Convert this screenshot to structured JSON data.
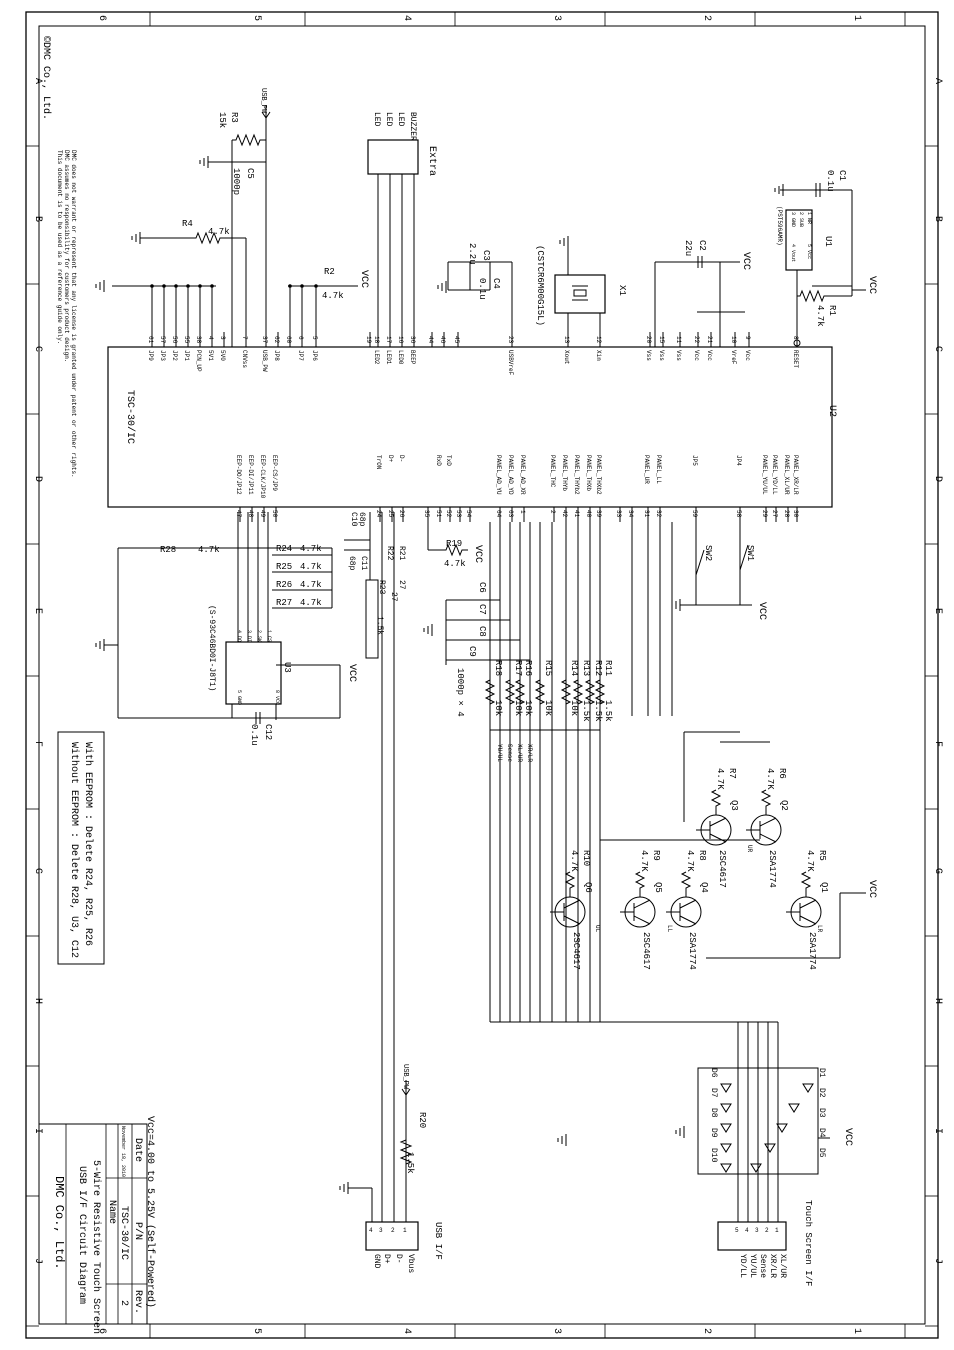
{
  "frame": {
    "col_numbers": [
      "6",
      "5",
      "4",
      "3",
      "2",
      "1"
    ],
    "row_letters": [
      "A",
      "B",
      "C",
      "D",
      "E",
      "F",
      "G",
      "H",
      "I",
      "J"
    ]
  },
  "copyright": "©DMC Co., Ltd.",
  "disclaimer": [
    "This document is to be used as a reference guide only.",
    "DMC assumes no responsibility for customers product design.",
    "DMC does not warrant or represent that any license is granted under patent or other rights."
  ],
  "chips": {
    "u2": {
      "ref": "U2",
      "name": "TSC-30/IC",
      "top_pins": [
        {
          "num": "8",
          "label": "RESET"
        },
        {
          "num": "9",
          "label": "Vcc"
        },
        {
          "num": "10",
          "label": "VreF"
        },
        {
          "num": "21",
          "label": "Vcc"
        },
        {
          "num": "22",
          "label": "Vcc"
        },
        {
          "num": "11",
          "label": "Vss"
        },
        {
          "num": "15",
          "label": "Vss"
        },
        {
          "num": "20",
          "label": "Vss"
        },
        {
          "num": "12",
          "label": "Xin"
        },
        {
          "num": "13",
          "label": "Xout"
        },
        {
          "num": "23",
          "label": "USBVreF"
        },
        {
          "num": "45",
          "label": ""
        },
        {
          "num": "46",
          "label": ""
        },
        {
          "num": "44",
          "label": ""
        },
        {
          "num": "36",
          "label": "BEEP"
        },
        {
          "num": "16",
          "label": "LED0"
        },
        {
          "num": "17",
          "label": "LED1"
        },
        {
          "num": "18",
          "label": "LED2"
        },
        {
          "num": "19",
          "label": ""
        },
        {
          "num": "5",
          "label": "JP6"
        },
        {
          "num": "6",
          "label": "JP7"
        },
        {
          "num": "60",
          "label": ""
        },
        {
          "num": "62",
          "label": "JP8"
        },
        {
          "num": "37",
          "label": "USB_PW"
        },
        {
          "num": "7",
          "label": "CNVss"
        },
        {
          "num": "3",
          "label": "5V0"
        },
        {
          "num": "4",
          "label": "5V1"
        },
        {
          "num": "38",
          "label": "PCN_UP"
        },
        {
          "num": "55",
          "label": "JP1"
        },
        {
          "num": "56",
          "label": "JP2"
        },
        {
          "num": "57",
          "label": "JP3"
        },
        {
          "num": "61",
          "label": "JP9"
        }
      ],
      "bottom_pins": [
        {
          "num": "30",
          "label": "PANEL_XR/LR"
        },
        {
          "num": "28",
          "label": "PANEL_XL/UR"
        },
        {
          "num": "27",
          "label": "PANEL_YD/LL"
        },
        {
          "num": "29",
          "label": "PANEL_YU/UL"
        },
        {
          "num": "58",
          "label": "JP4"
        },
        {
          "num": "59",
          "label": "JP5"
        },
        {
          "num": "32",
          "label": "PANEL_LL"
        },
        {
          "num": "31",
          "label": "PANEL_UR"
        },
        {
          "num": "34",
          "label": ""
        },
        {
          "num": "33",
          "label": ""
        },
        {
          "num": "39",
          "label": "PANEL_THXb2"
        },
        {
          "num": "40",
          "label": "PANEL_THXb"
        },
        {
          "num": "41",
          "label": "PANEL_THYb2"
        },
        {
          "num": "42",
          "label": "PANEL_THYb"
        },
        {
          "num": "2",
          "label": "PANEL_THC"
        },
        {
          "num": "1",
          "label": "PANEL_AD_XR"
        },
        {
          "num": "63",
          "label": "PANEL_AD_YD"
        },
        {
          "num": "64",
          "label": "PANEL_AD_YU"
        },
        {
          "num": "54",
          "label": ""
        },
        {
          "num": "53",
          "label": ""
        },
        {
          "num": "52",
          "label": "TxD"
        },
        {
          "num": "51",
          "label": "RxD"
        },
        {
          "num": "35",
          "label": ""
        },
        {
          "num": "26",
          "label": "D-"
        },
        {
          "num": "25",
          "label": "D+"
        },
        {
          "num": "24",
          "label": "TrON"
        },
        {
          "num": "50",
          "label": "EEP-CS/JP9"
        },
        {
          "num": "49",
          "label": "EEP-CLK/JP10"
        },
        {
          "num": "48",
          "label": "EEP-DI/JP11"
        },
        {
          "num": "47",
          "label": "EEP-DO/JP12"
        }
      ]
    },
    "u1": {
      "ref": "U1",
      "name": "(PST596AMR)",
      "pins": [
        "1 NR",
        "2 SUB",
        "3 GND",
        "4 Vout",
        "5 Vcc"
      ]
    },
    "u3": {
      "ref": "U3",
      "name": "(S-93C46BD0I-J8T1)",
      "pins": [
        "1 CS",
        "2 SK",
        "3 DI",
        "4 DO",
        "5 GND",
        "8 VCC"
      ]
    },
    "x1": {
      "ref": "X1",
      "name": "(CSTCR6M00G15L)"
    }
  },
  "parts": {
    "R1": "R1",
    "R1v": "4.7k",
    "R2": "R2",
    "R2v": "4.7k",
    "R3": "R3",
    "R3v": "15k",
    "R4": "R4",
    "R4v": "4.7k",
    "R5": "R5",
    "R5v": "4.7K",
    "R6": "R6",
    "R6v": "4.7K",
    "R7": "R7",
    "R7v": "4.7K",
    "R8": "R8",
    "R8v": "4.7K",
    "R9": "R9",
    "R9v": "4.7K",
    "R10": "R10",
    "R10v": "4.7K",
    "R11": "R11",
    "R11v": "1.5k",
    "R12": "R12",
    "R12v": "1.5k",
    "R13": "R13",
    "R13v": "1.5k",
    "R14": "R14",
    "R14v": "10k",
    "R15": "R15",
    "R15v": "10k",
    "R16": "R16",
    "R16v": "10k",
    "R17": "R17",
    "R17v": "10k",
    "R18": "R18",
    "R18v": "10k",
    "R19": "R19",
    "R19v": "4.7k",
    "R20": "R20",
    "R20v": "1.5k",
    "R21": "R21",
    "R21v": "27",
    "R22": "R22",
    "R22v": "27",
    "R23": "R23",
    "R23v": "1.5k",
    "R24": "R24",
    "R24v": "4.7k",
    "R25": "R25",
    "R25v": "4.7k",
    "R26": "R26",
    "R26v": "4.7k",
    "R27": "R27",
    "R27v": "4.7k",
    "R28": "R28",
    "R28v": "4.7k",
    "C1": "C1",
    "C1v": "0.1u",
    "C2": "C2",
    "C2v": "22u",
    "C3": "C3",
    "C3v": "2.2u",
    "C4": "C4",
    "C4v": "0.1u",
    "C5": "C5",
    "C5v": "1000p",
    "C6": "C6",
    "C7": "C7",
    "C8": "C8",
    "C9": "C9",
    "C69v": "1000p × 4",
    "C10": "C10",
    "C10v": "68p",
    "C11": "C11",
    "C11v": "68p",
    "C12": "C12",
    "C12v": "0.1u",
    "Q1": "Q1",
    "Q2": "Q2",
    "Q3": "Q3",
    "Q4": "Q4",
    "Q5": "Q5",
    "Q6": "Q6",
    "pnp": "2SA1774",
    "npn": "2SC4617",
    "SW1": "SW1",
    "SW2": "SW2",
    "D": [
      "D1",
      "D2",
      "D3",
      "D4",
      "D5",
      "D6",
      "D7",
      "D8",
      "D9",
      "D10"
    ]
  },
  "nets": {
    "vcc": "VCC",
    "usb_pw": "USB_PW",
    "lr": "LR",
    "ur": "UR",
    "ll": "LL",
    "ul": "UL",
    "xr_lr": "XR/LR",
    "xl_ur": "XL/UR",
    "sense": "Sense",
    "yu_ul": "YU/UL"
  },
  "extra": {
    "title": "Extra",
    "pins": [
      "BUZZER",
      "LED",
      "LED",
      "LED"
    ]
  },
  "touch_if": {
    "title": "Touch Screen I/F",
    "pins": [
      "XL/UR",
      "XR/LR",
      "Sense",
      "YU/UL",
      "YD/LL"
    ]
  },
  "usb_if": {
    "title": "USB I/F",
    "pins": [
      "Vbus",
      "D-",
      "D+",
      "GND"
    ]
  },
  "notes": {
    "eeprom_with": "With EEPROM : Delete R24, R25, R26",
    "eeprom_without": "Without EEPROM : Delete R28, U3, C12"
  },
  "vcc_note": "Vcc=4.00 to 5.25V (Self-Powered)",
  "title_block": {
    "date_label": "Date",
    "date": "November 18, 2010",
    "pn_label": "P/N",
    "pn": "TSC-30/IC",
    "rev_label": "Rev.",
    "rev": "2",
    "name_label": "Name",
    "name_line1": "5-Wire Resistive Touch Screen",
    "name_line2": "USB I/F Circuit Diagram",
    "company": "DMC Co., Ltd."
  }
}
